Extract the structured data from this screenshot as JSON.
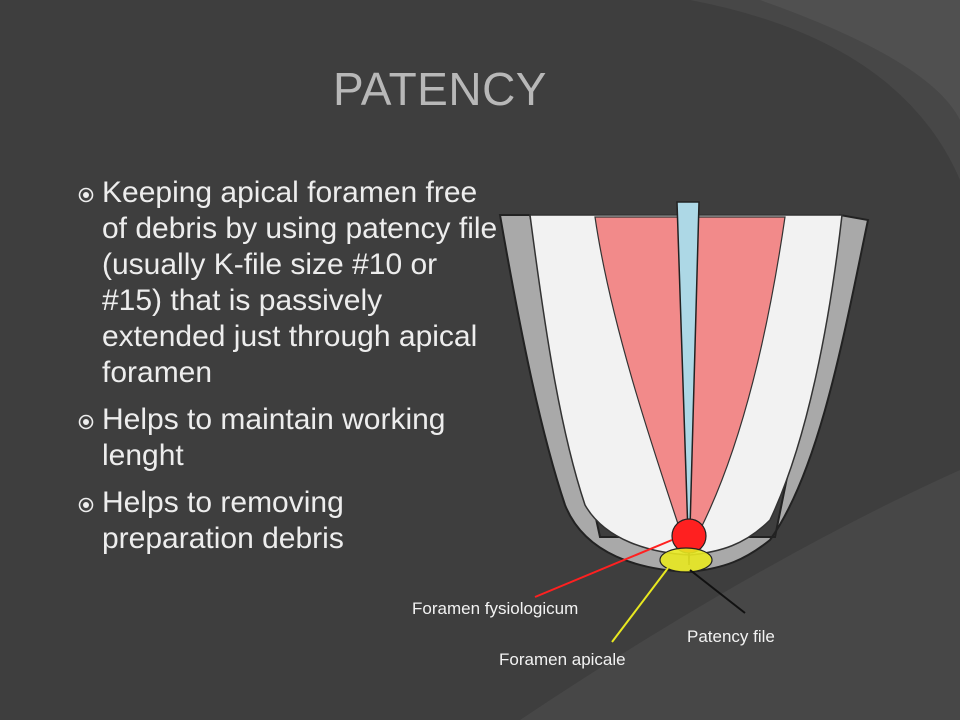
{
  "slide": {
    "title": "PATENCY",
    "bullets": [
      "Keeping apical foramen free of debris by using patency file (usually K-file size #10 or #15) that is passively extended just through apical foramen",
      "Helps to maintain working lenght",
      "Helps to removing preparation debris"
    ]
  },
  "diagram": {
    "labels": {
      "foramen_fysiologicum": "Foramen fysiologicum",
      "patency_file": "Patency file",
      "foramen_apicale": "Foramen apicale"
    },
    "colors": {
      "background": "#3e3e3e",
      "dentin_outer": "#a9a9a9",
      "dentin_inner": "#f2f2f2",
      "pulp": "#f28a8a",
      "file": "#add8e6",
      "foramen_fysiologicum": "#ff2020",
      "foramen_apicale": "#e8e820"
    }
  }
}
